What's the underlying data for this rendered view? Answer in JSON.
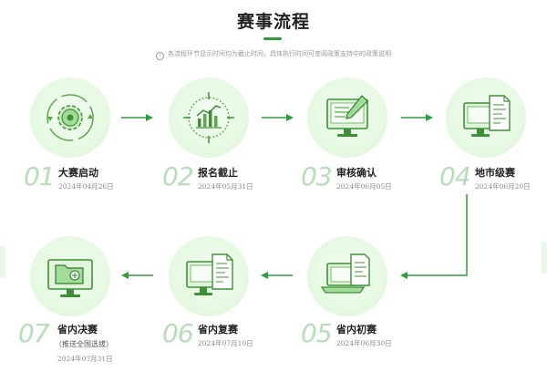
{
  "page": {
    "title": "赛事流程",
    "note": "各流程环节显示时间均为截止时间，具体执行时间可查阅政策支持中的政策说明",
    "accent": "#2e9e3a",
    "number_color": "#b7ddb7",
    "circle_color": "#e6f9e2"
  },
  "steps": [
    {
      "num": "01",
      "name": "大赛启动",
      "date": "2024年04月26日",
      "icon": "gear-cycle-icon"
    },
    {
      "num": "02",
      "name": "报名截止",
      "date": "2024年05月31日",
      "icon": "chart-target-icon"
    },
    {
      "num": "03",
      "name": "审核确认",
      "date": "2024年06月05日",
      "icon": "monitor-pen-icon"
    },
    {
      "num": "04",
      "name": "地市级赛",
      "date": "2024年06月20日",
      "icon": "monitor-document-icon"
    },
    {
      "num": "05",
      "name": "省内初赛",
      "date": "2024年06月30日",
      "icon": "laptop-document-icon"
    },
    {
      "num": "06",
      "name": "省内复赛",
      "date": "2024年07月10日",
      "icon": "monitor-document-icon"
    },
    {
      "num": "07",
      "name": "省内决赛",
      "sub": "（推送全国选拔）",
      "date": "2024年07月31日",
      "icon": "monitor-folder-icon"
    }
  ]
}
